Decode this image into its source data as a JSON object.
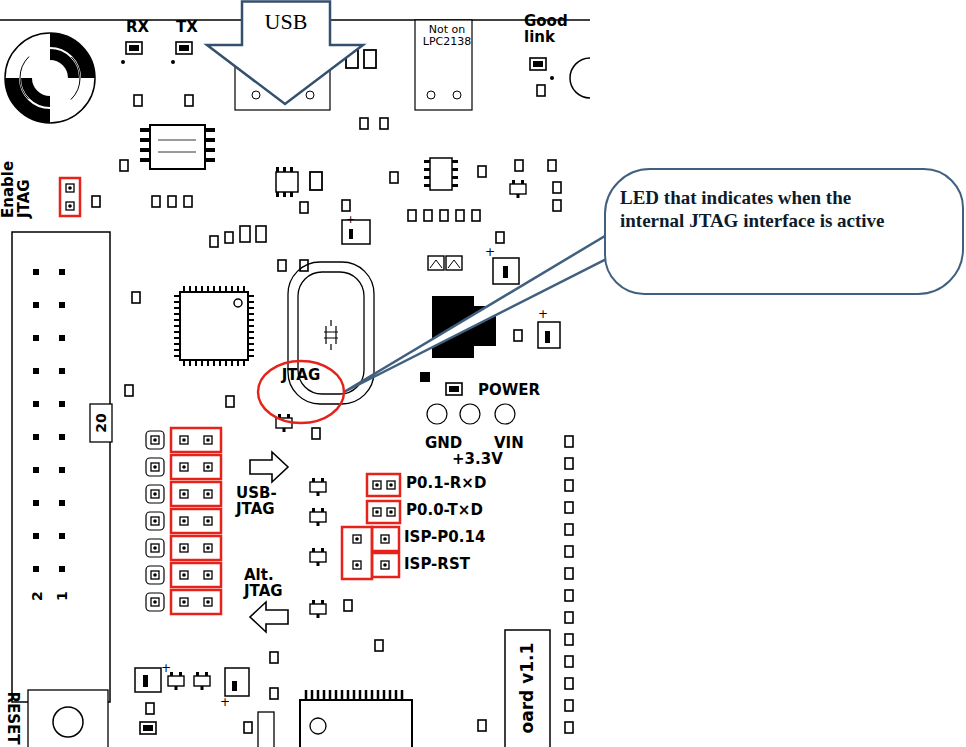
{
  "diagram": {
    "nodes": [
      {
        "text": [
          "USB"
        ]
      },
      {
        "text": [
          "LED that indicates when the internal JTAG interface is active"
        ]
      },
      {
        "text": [
          "JTAG"
        ]
      }
    ],
    "edges": [
      {
        "from": 1,
        "to": 2,
        "arrow": "none"
      }
    ],
    "labels": [
      "RX",
      "TX",
      "Not on LPC2138",
      "Good link",
      "Enable JTAG",
      "20",
      "2",
      "1",
      "POWER",
      "GND",
      "+3.3V",
      "VIN",
      "USB-JTAG",
      "P0.1-R×D",
      "P0.0-T×D",
      "ISP-P0.14",
      "ISP-RST",
      "Alt. JTAG",
      "RESET",
      "oard v1.1"
    ]
  }
}
